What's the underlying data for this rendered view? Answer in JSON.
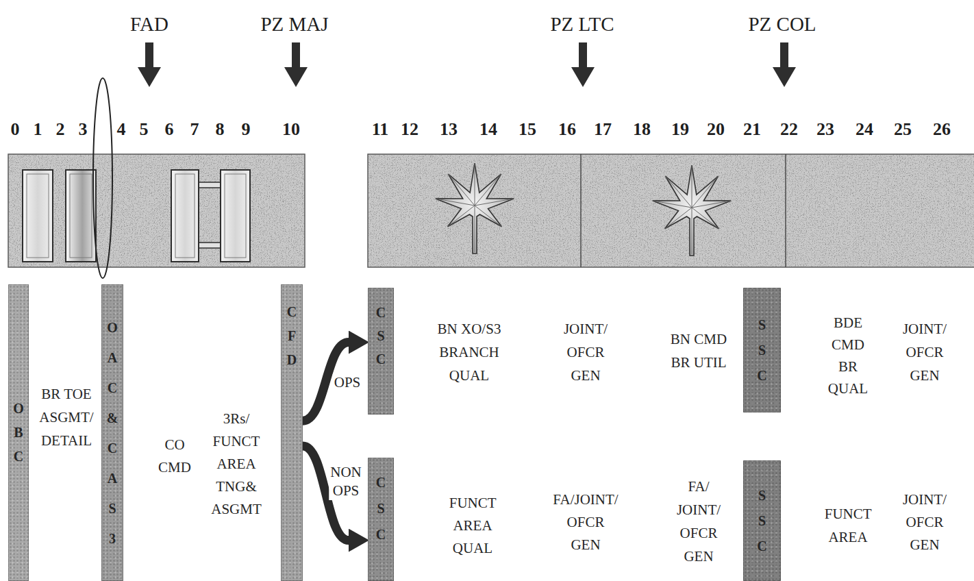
{
  "diagram": {
    "nodes": [
      {
        "text": [
          "OBC"
        ]
      },
      {
        "text": [
          "OAC & CAS3"
        ]
      },
      {
        "text": [
          "CFD"
        ]
      },
      {
        "text": [
          "CSC"
        ]
      },
      {
        "text": [
          "CSC"
        ]
      },
      {
        "text": [
          "SSC"
        ]
      },
      {
        "text": [
          "SSC"
        ]
      }
    ],
    "edges": [
      {
        "from": 2,
        "to": 3,
        "label": "OPS",
        "arrow": "to"
      },
      {
        "from": 2,
        "to": 4,
        "label": "NON OPS",
        "arrow": "to"
      }
    ],
    "labels": [
      "FAD",
      "PZ MAJ",
      "PZ LTC",
      "PZ COL",
      "0",
      "1",
      "2",
      "3",
      "4",
      "5",
      "6",
      "7",
      "8",
      "9",
      "10",
      "11",
      "12",
      "13",
      "14",
      "15",
      "16",
      "17",
      "18",
      "19",
      "20",
      "21",
      "22",
      "23",
      "24",
      "25",
      "26",
      "BR TOE ASGMT/ DETAIL",
      "CO CMD",
      "3Rs/ FUNCT AREA TNG& ASGMT",
      "BN XO/S3 BRANCH QUAL",
      "JOINT/ OFCR GEN",
      "BN CMD BR UTIL",
      "BDE CMD BR QUAL",
      "JOINT/ OFCR GEN",
      "FUNCT AREA QUAL",
      "FA/JOINT/ OFCR GEN",
      "FA/ JOINT/ OFCR GEN",
      "FUNCT AREA",
      "JOINT/ OFCR GEN"
    ]
  }
}
